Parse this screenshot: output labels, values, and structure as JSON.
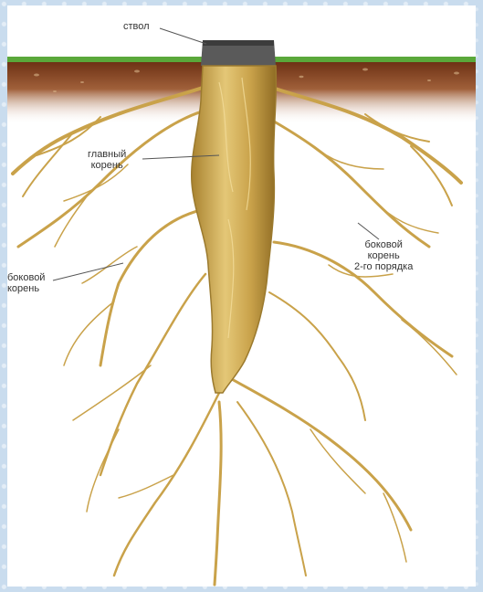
{
  "diagram": {
    "labels": {
      "trunk": "ствол",
      "main_root_line1": "главный",
      "main_root_line2": "корень",
      "lateral_root_line1": "боковой",
      "lateral_root_line2": "корень",
      "second_order_line1": "боковой",
      "second_order_line2": "корень",
      "second_order_line3": "2-го порядка"
    },
    "colors": {
      "background": "#c9dcee",
      "grass": "#5aa83a",
      "soil_top": "#6a2e12",
      "soil_bottom": "#e6d3bf",
      "root": "#c9a24a",
      "root_dark": "#9b7a2e",
      "trunk": "#555555"
    }
  }
}
